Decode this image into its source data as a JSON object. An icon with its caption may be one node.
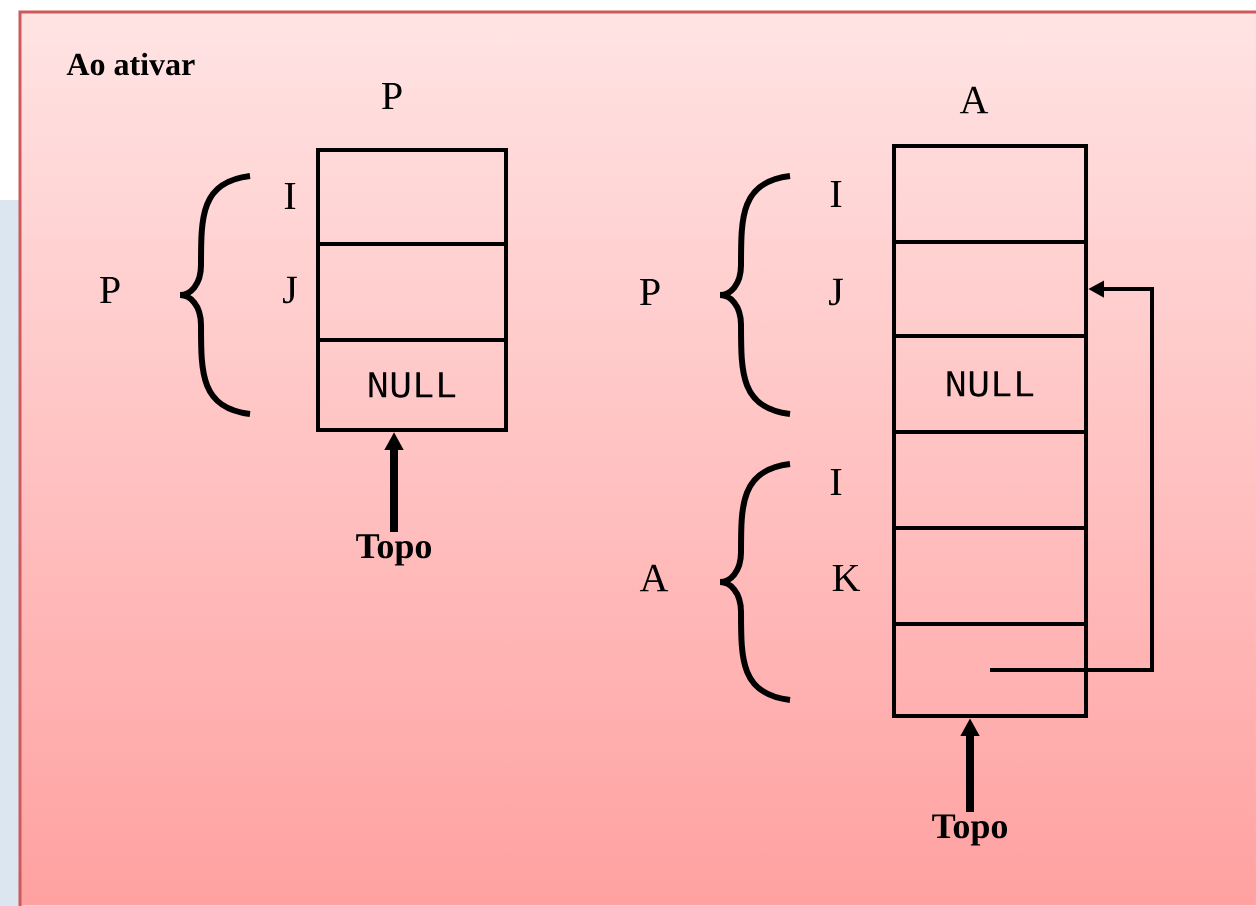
{
  "diagram": {
    "nodes": [
      {
        "text": [],
        "shape": "box"
      },
      {
        "text": [],
        "shape": "box"
      },
      {
        "text": [
          "NULL"
        ]
      },
      {
        "text": [],
        "shape": "box"
      },
      {
        "text": [],
        "shape": "box"
      },
      {
        "text": [
          "NULL"
        ]
      },
      {
        "text": [],
        "shape": "box"
      },
      {
        "text": [],
        "shape": "box"
      },
      {
        "text": [],
        "shape": "box"
      },
      {
        "text": [
          "Topo"
        ]
      },
      {
        "text": [
          "Topo"
        ]
      }
    ],
    "edges": [
      {
        "from": 9,
        "to": 2,
        "arrow": "to"
      },
      {
        "from": 8,
        "to": 4,
        "arrow": "to"
      },
      {
        "from": 10,
        "to": 8,
        "arrow": "to"
      }
    ],
    "labels": [
      "Ao ativar",
      "P",
      "A",
      "I",
      "P",
      "J",
      "I",
      "P",
      "J",
      "I",
      "A",
      "K"
    ]
  }
}
